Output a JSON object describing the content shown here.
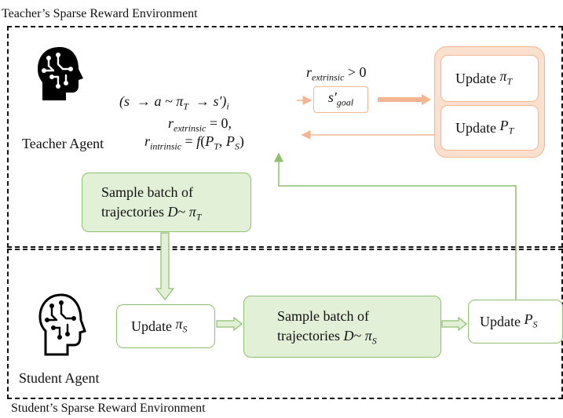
{
  "teacher_env": {
    "label": "Teacher’s Sparse Reward Environment"
  },
  "student_env": {
    "label": "Student’s Sparse Reward Environment"
  },
  "teacher_agent": {
    "label": "Teacher Agent",
    "icon": "head-with-circuit-icon"
  },
  "student_agent": {
    "label": "Student Agent",
    "icon": "head-outline-with-circuit-icon"
  },
  "transition": {
    "tuple": "(s → a ~ π_T → s′)_i",
    "reward_extrinsic": "r_extrinsic = 0,",
    "reward_intrinsic": "r_intrinsic = f(P_T, P_S)"
  },
  "goal": {
    "condition": "r_extrinsic > 0",
    "state": "s′_goal"
  },
  "teacher_updates": {
    "update_policy": "Update π_T",
    "update_prior": "Update P_T"
  },
  "teacher_sample": {
    "line1": "Sample batch of",
    "line2": "trajectories D~ π_T"
  },
  "student_steps": {
    "update_policy": "Update π_S",
    "sample_line1": "Sample batch of",
    "sample_line2": "trajectories D~ π_S",
    "update_prior": "Update P_S"
  },
  "colors": {
    "orange_arrow": "#f4b591",
    "green_arrow": "#8fbf6f",
    "green_fill": "#e3f0d8",
    "orange_fill": "#fbe0cf"
  }
}
